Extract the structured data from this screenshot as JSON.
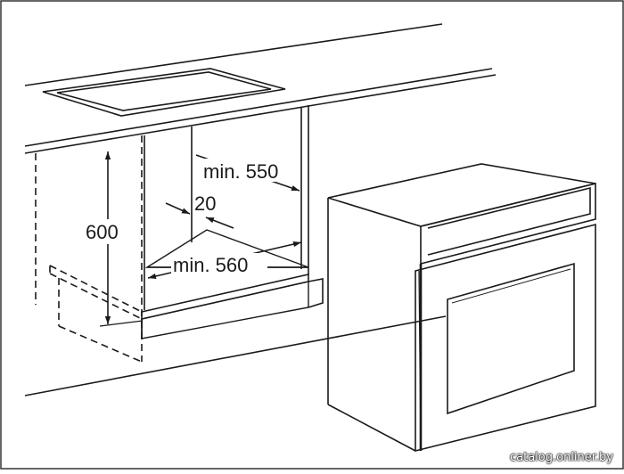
{
  "diagram": {
    "line_color": "#1a1a1a",
    "background_color": "#ffffff",
    "labels": {
      "height": "600",
      "depth_min": "min. 550",
      "gap": "20",
      "width_min": "min. 560"
    },
    "watermark": "catalog.onliner.by"
  }
}
